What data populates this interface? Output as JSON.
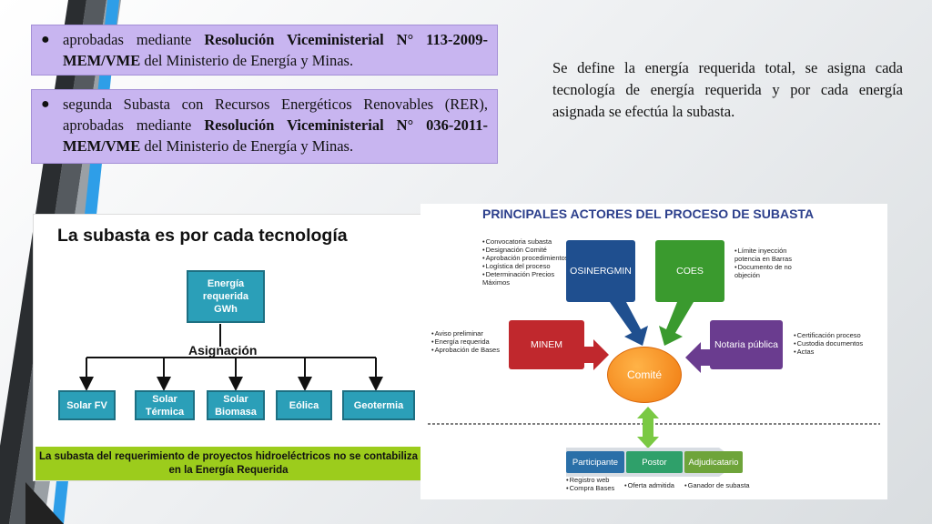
{
  "bullets": [
    {
      "pre": "aprobadas mediante ",
      "bold": "Resolución Viceministerial N° 113-2009-MEM/VME",
      "post": " del Ministerio de Energía y Minas."
    },
    {
      "pre": "segunda Subasta con Recursos Energéticos Renovables (RER), aprobadas mediante ",
      "bold": "Resolución Viceministerial N° 036-2011-MEM/VME",
      "post": " del Ministerio de Energía y Minas."
    }
  ],
  "right_paragraph": "Se define la energía requerida total, se asigna cada tecnología de energía requerida y por cada energía asignada se efectúa la subasta.",
  "left_diagram": {
    "title": "La subasta es por cada tecnología",
    "top_box": [
      "Energía",
      "requerida",
      "GWh"
    ],
    "assign_label": "Asignación",
    "techs": [
      [
        "Solar FV"
      ],
      [
        "Solar",
        "Térmica"
      ],
      [
        "Solar",
        "Biomasa"
      ],
      [
        "Eólica"
      ],
      [
        "Geotermia"
      ]
    ],
    "footer": "La subasta del requerimiento de proyectos hidroeléctricos no se contabiliza en la Energía Requerida"
  },
  "right_diagram": {
    "title": "PRINCIPALES ACTORES DEL PROCESO DE SUBASTA",
    "notes_osinergmin": [
      "Convocatoria subasta",
      "Designación Comité",
      "Aprobación procedimientos",
      "Logística del proceso",
      "Determinación Precios Máximos"
    ],
    "notes_coes": [
      "Límite inyección potencia en Barras",
      "Documento de no objeción"
    ],
    "notes_minem": [
      "Aviso preliminar",
      "Energía requerida",
      "Aprobación de Bases"
    ],
    "notes_notaria": [
      "Certificación proceso",
      "Custodia documentos",
      "Actas"
    ],
    "actors": {
      "osinergmin": "OSINERGMIN",
      "coes": "COES",
      "minem": "MINEM",
      "notaria": "Notaria pública",
      "comite": "Comité"
    },
    "stages": [
      "Participante",
      "Postor",
      "Adjudicatario"
    ],
    "stage_notes": {
      "participante": [
        "Registro web",
        "Compra Bases"
      ],
      "postor": [
        "Oferta admitida"
      ],
      "adjudicatario": [
        "Ganador de subasta"
      ]
    },
    "colors": {
      "osinergmin": "#1f4f8f",
      "coes": "#3a9a2e",
      "minem": "#c0282d",
      "notaria": "#6a3c8f",
      "comite": "#f28a1e",
      "participante": "#2a6fa8",
      "postor": "#2fa06a",
      "adjudicatario": "#6ea43a"
    }
  }
}
